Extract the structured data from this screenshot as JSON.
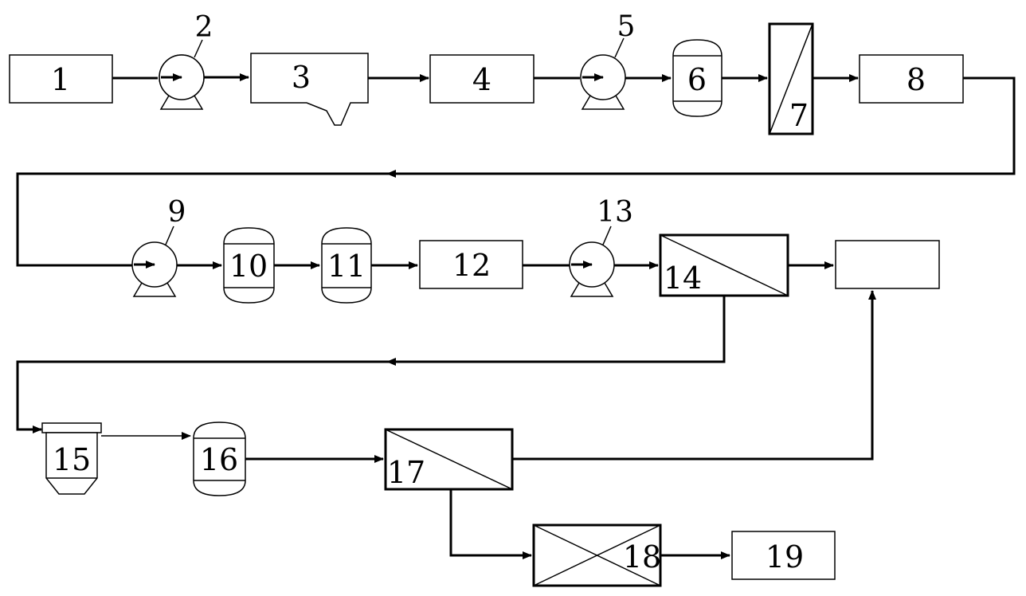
{
  "diagram": {
    "labels": {
      "n1": "1",
      "n2": "2",
      "n3": "3",
      "n4": "4",
      "n5": "5",
      "n6": "6",
      "n7": "7",
      "n8": "8",
      "n9": "9",
      "n10": "10",
      "n11": "11",
      "n12": "12",
      "n13": "13",
      "n14": "14",
      "n15": "15",
      "n16": "16",
      "n17": "17",
      "n18": "18",
      "n19": "19"
    }
  }
}
